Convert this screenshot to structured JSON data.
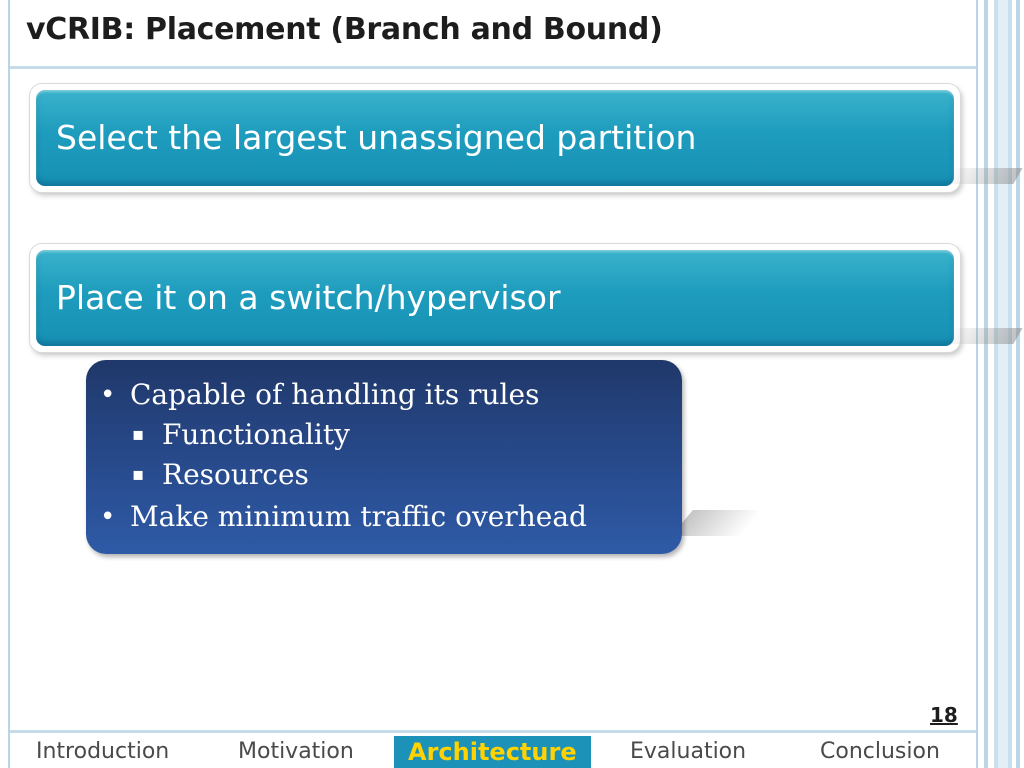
{
  "slide": {
    "title": "vCRIB: Placement (Branch and Bound)",
    "page_number": "18"
  },
  "steps": [
    {
      "label": "Select the largest unassigned partition"
    },
    {
      "label": "Place it on a switch/hypervisor"
    }
  ],
  "details": {
    "bullets": [
      {
        "level": 1,
        "marker": "•",
        "text": "Capable of handling its rules"
      },
      {
        "level": 2,
        "marker": "▪",
        "text": "Functionality"
      },
      {
        "level": 2,
        "marker": "▪",
        "text": "Resources"
      },
      {
        "level": 1,
        "marker": "•",
        "text": "Make minimum traffic overhead"
      }
    ]
  },
  "nav": {
    "items": [
      {
        "label": "Introduction",
        "active": false
      },
      {
        "label": "Motivation",
        "active": false
      },
      {
        "label": "Architecture",
        "active": true
      },
      {
        "label": "Evaluation",
        "active": false
      },
      {
        "label": "Conclusion",
        "active": false
      }
    ]
  },
  "colors": {
    "banner": "#1e9cbd",
    "detail_box": "#27498a",
    "nav_active_bg": "#1d92b8",
    "nav_active_text": "#ffd200"
  }
}
